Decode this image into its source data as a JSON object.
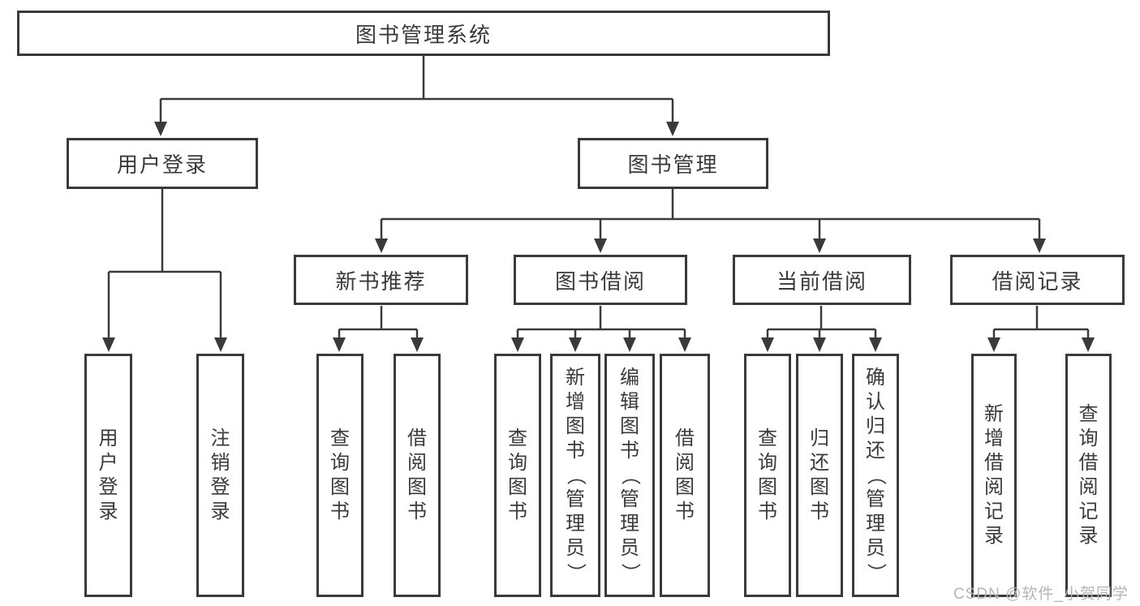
{
  "colors": {
    "line": "#3a3a3a",
    "text": "#3a3a3a",
    "background": "#ffffff",
    "watermark": "#b5b5b5"
  },
  "tree": {
    "label": "图书管理系统",
    "children": [
      {
        "label": "用户登录",
        "children": [
          {
            "label": "用户登录"
          },
          {
            "label": "注销登录"
          }
        ]
      },
      {
        "label": "图书管理",
        "children": [
          {
            "label": "新书推荐",
            "children": [
              {
                "label": "查询图书"
              },
              {
                "label": "借阅图书"
              }
            ]
          },
          {
            "label": "图书借阅",
            "children": [
              {
                "label": "查询图书"
              },
              {
                "label": "新增图书（管理员）"
              },
              {
                "label": "编辑图书（管理员）"
              },
              {
                "label": "借阅图书"
              }
            ]
          },
          {
            "label": "当前借阅",
            "children": [
              {
                "label": "查询图书"
              },
              {
                "label": "归还图书"
              },
              {
                "label": "确认归还（管理员）"
              }
            ]
          },
          {
            "label": "借阅记录",
            "children": [
              {
                "label": "新增借阅记录"
              },
              {
                "label": "查询借阅记录"
              }
            ]
          }
        ]
      }
    ]
  },
  "watermark": {
    "text": "CSDN @软件_小贺同学"
  }
}
